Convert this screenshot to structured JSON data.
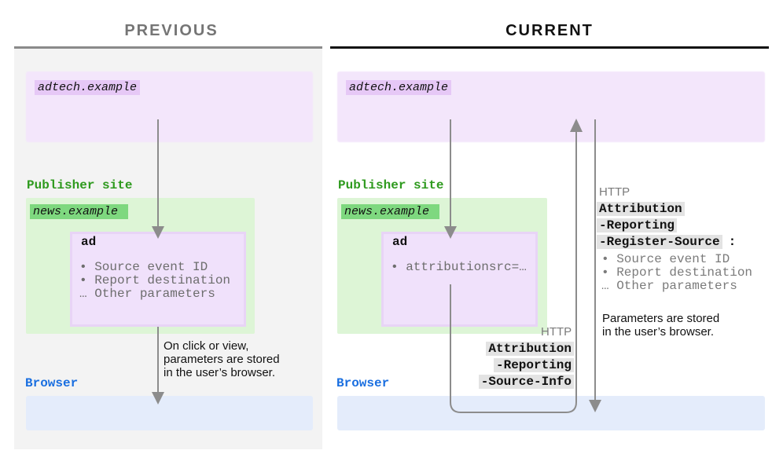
{
  "previous": {
    "title": "PREVIOUS",
    "adtech_label": "adtech.example",
    "publisher_label": "Publisher site",
    "news_label": "news.example",
    "ad": {
      "title": "ad",
      "lines": [
        "• Source event ID",
        "• Report destination",
        "… Other parameters"
      ]
    },
    "caption": [
      "On click or view,",
      "parameters are stored",
      "in the user’s browser."
    ],
    "browser_label": "Browser"
  },
  "current": {
    "title": "CURRENT",
    "adtech_label": "adtech.example",
    "publisher_label": "Publisher site",
    "news_label": "news.example",
    "ad": {
      "title": "ad",
      "lines": [
        "• attributionsrc=…"
      ]
    },
    "response_http": "HTTP",
    "response_header": [
      "Attribution",
      "-Reporting",
      "-Register-Source"
    ],
    "response_colon": ":",
    "response_params": [
      "• Source event ID",
      "• Report destination",
      "… Other parameters"
    ],
    "response_caption": [
      "Parameters are stored",
      "in the user’s browser."
    ],
    "request_http": "HTTP",
    "request_header": [
      "Attribution",
      "-Reporting",
      "-Source-Info"
    ],
    "browser_label": "Browser"
  },
  "colors": {
    "adtech": "#f3e6fb",
    "publisher": "#ddf5d6",
    "browser": "#e4ecfb",
    "arrow": "#8c8c8c",
    "publisher_text": "#2e9a1e",
    "browser_text": "#1a6fe0"
  }
}
